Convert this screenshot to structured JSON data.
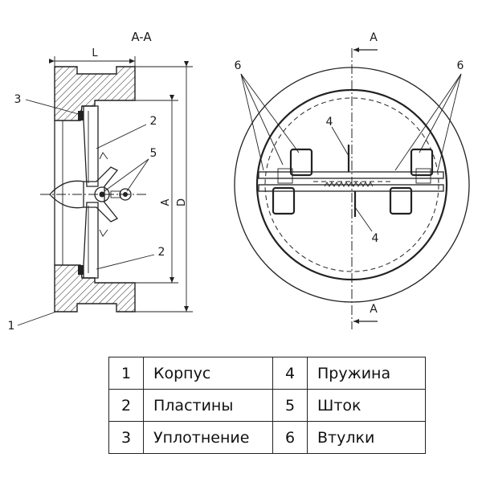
{
  "section": {
    "title": "A-A",
    "dim_length": "L",
    "dim_bore": "A",
    "dim_outer": "D"
  },
  "front_view": {
    "cut_label_top": "A",
    "cut_label_bottom": "A"
  },
  "callouts": {
    "c1": "1",
    "c2_top": "2",
    "c2_bottom": "2",
    "c3": "3",
    "c5": "5",
    "c4_top": "4",
    "c4_bottom": "4",
    "c6_left": "6",
    "c6_right": "6"
  },
  "legend": [
    {
      "num": "1",
      "name": "Корпус",
      "num2": "4",
      "name2": "Пружина"
    },
    {
      "num": "2",
      "name": "Пластины",
      "num2": "5",
      "name2": "Шток"
    },
    {
      "num": "3",
      "name": "Уплотнение",
      "num2": "6",
      "name2": "Втулки"
    }
  ]
}
